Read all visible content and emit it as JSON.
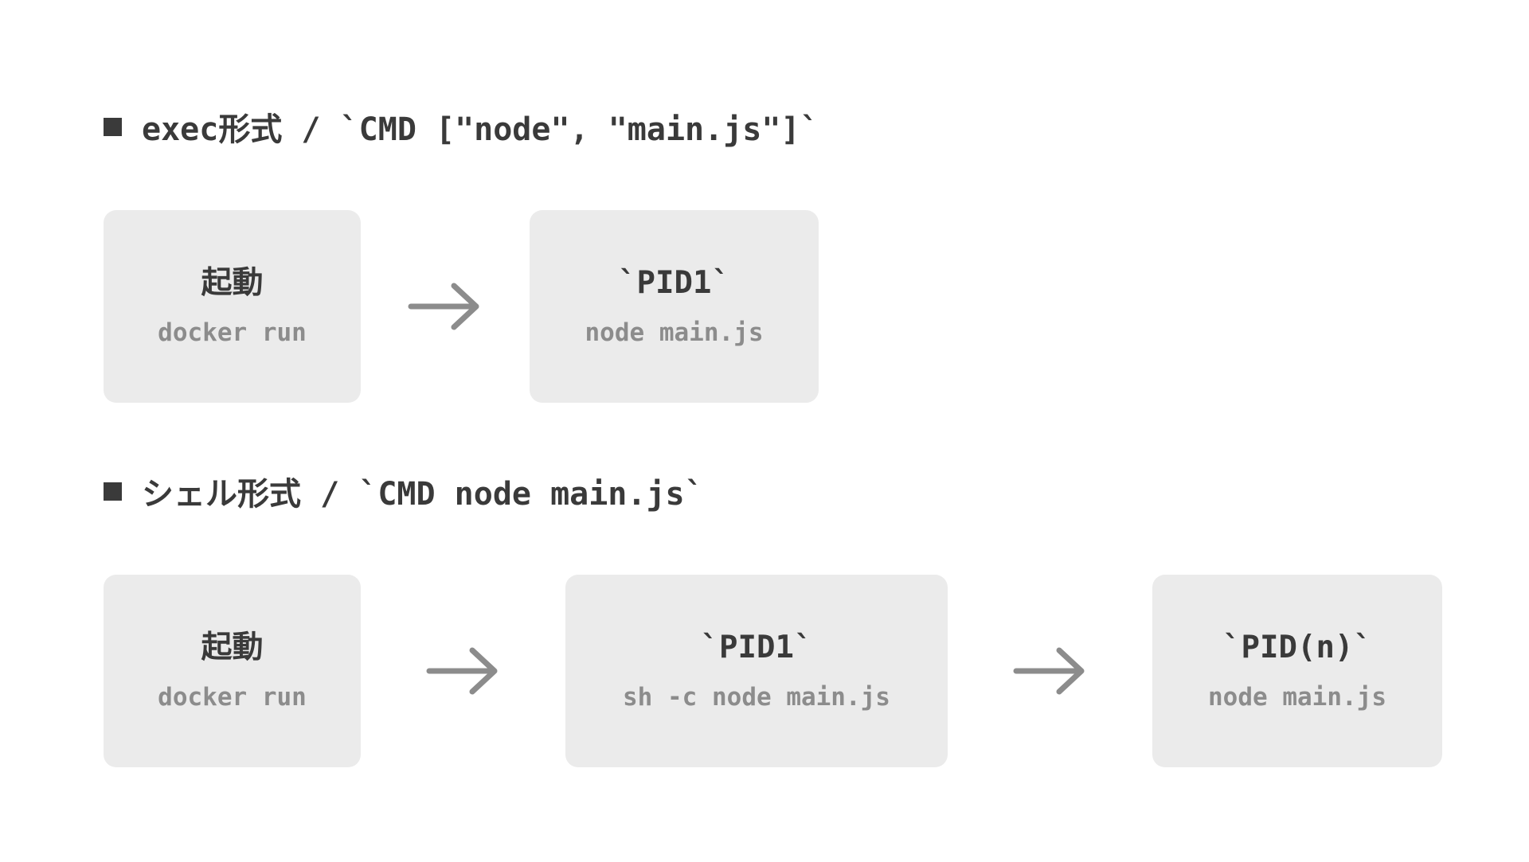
{
  "sections": {
    "exec": {
      "title": "exec形式 / `CMD [\"node\", \"main.js\"]`",
      "boxes": [
        {
          "title": "起動",
          "sub": "docker run"
        },
        {
          "title": "`PID1`",
          "sub": "node main.js"
        }
      ]
    },
    "shell": {
      "title": "シェル形式 / `CMD node main.js`",
      "boxes": [
        {
          "title": "起動",
          "sub": "docker run"
        },
        {
          "title": "`PID1`",
          "sub": "sh -c node main.js"
        },
        {
          "title": "`PID(n)`",
          "sub": "node main.js"
        }
      ]
    }
  },
  "colors": {
    "text_dark": "#3a3a3a",
    "text_muted": "#8c8c8c",
    "box_bg": "#ebebeb",
    "arrow": "#8c8c8c"
  },
  "icons": {
    "bullet": "square-bullet-icon",
    "arrow": "arrow-right-icon"
  }
}
